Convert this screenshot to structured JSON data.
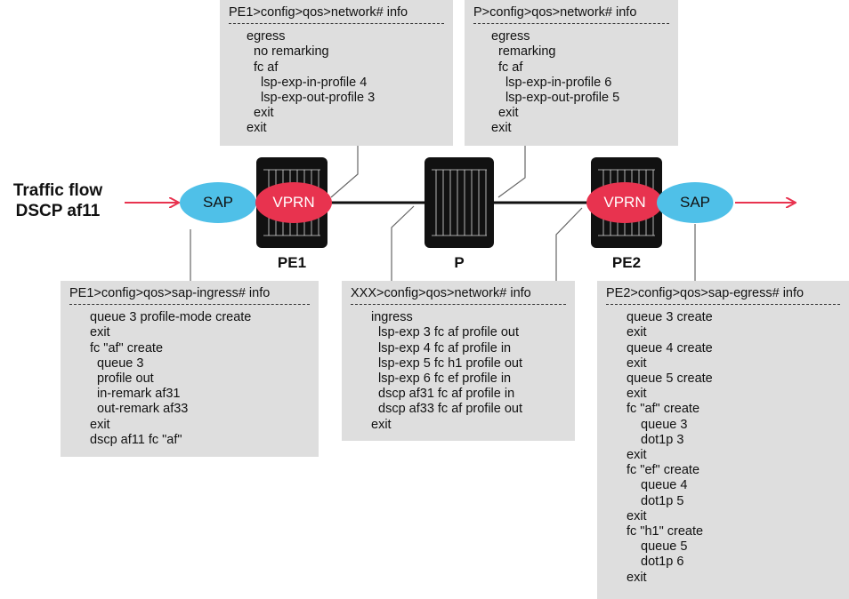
{
  "traffic_flow": {
    "line1": "Traffic flow",
    "line2": "DSCP af11"
  },
  "nodes": {
    "pe1": {
      "label": "PE1"
    },
    "p": {
      "label": "P"
    },
    "pe2": {
      "label": "PE2"
    }
  },
  "bubbles": {
    "sap_left": "SAP",
    "vprn_left": "VPRN",
    "vprn_right": "VPRN",
    "sap_right": "SAP"
  },
  "config_boxes": {
    "pe1_network": {
      "title": "PE1>config>qos>network# info",
      "lines": [
        "egress",
        "  no remarking",
        "  fc af",
        "    lsp-exp-in-profile 4",
        "    lsp-exp-out-profile 3",
        "  exit",
        "exit"
      ]
    },
    "p_network": {
      "title": "P>config>qos>network# info",
      "lines": [
        "egress",
        "  remarking",
        "  fc af",
        "    lsp-exp-in-profile 6",
        "    lsp-exp-out-profile 5",
        "  exit",
        "exit"
      ]
    },
    "pe1_sap_ingress": {
      "title": "PE1>config>qos>sap-ingress# info",
      "lines": [
        "queue 3 profile-mode create",
        "exit",
        "fc \"af\" create",
        "  queue 3",
        "  profile out",
        "  in-remark af31",
        "  out-remark af33",
        "exit",
        "dscp af11 fc \"af\""
      ]
    },
    "xxx_network": {
      "title": "XXX>config>qos>network# info",
      "lines": [
        "ingress",
        "  lsp-exp 3 fc af profile out",
        "  lsp-exp 4 fc af profile in",
        "  lsp-exp 5 fc h1 profile out",
        "  lsp-exp 6 fc ef profile in",
        "  dscp af31 fc af profile in",
        "  dscp af33 fc af profile out",
        "exit"
      ]
    },
    "pe2_sap_egress": {
      "title": "PE2>config>qos>sap-egress# info",
      "lines": [
        "queue 3 create",
        "exit",
        "queue 4 create",
        "exit",
        "queue 5 create",
        "exit",
        "fc \"af\" create",
        "    queue 3",
        "    dot1p 3",
        "exit",
        "fc \"ef\" create",
        "    queue 4",
        "    dot1p 5",
        "exit",
        "fc \"h1\" create",
        "    queue 5",
        "    dot1p 6",
        "exit"
      ]
    }
  },
  "colors": {
    "sap": "#4fc0e8",
    "vprn": "#e8334f",
    "arrow": "#e8334f",
    "box": "#dedede"
  }
}
